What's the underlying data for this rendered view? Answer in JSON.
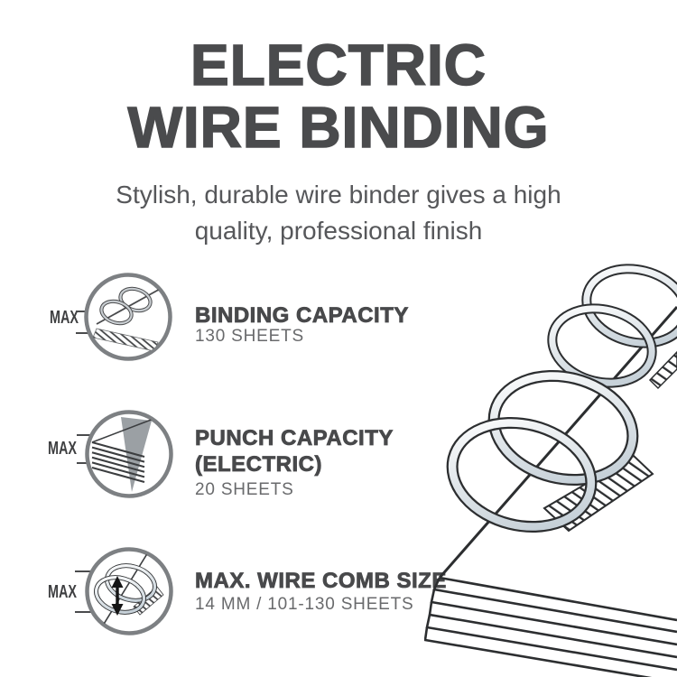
{
  "header": {
    "title_line1": "ELECTRIC",
    "title_line2": "WIRE BINDING",
    "subtitle_line1": "Stylish, durable wire binder gives a high",
    "subtitle_line2": "quality, professional finish"
  },
  "features": [
    {
      "max_label": "MAX",
      "icon": "bound-document-corner-icon",
      "title": "BINDING CAPACITY",
      "value": "130 SHEETS"
    },
    {
      "max_label": "MAX",
      "icon": "punch-through-sheets-icon",
      "title": "PUNCH CAPACITY",
      "title_line2": "(ELECTRIC)",
      "value": "20 SHEETS"
    },
    {
      "max_label": "MAX",
      "icon": "wire-comb-height-icon",
      "title": "MAX. WIRE COMB SIZE",
      "value": "14 MM / 101-130 SHEETS"
    }
  ],
  "illustration": {
    "name": "wire-bound-paper-stack-illustration"
  },
  "colors": {
    "heading": "#4a4b4d",
    "subtitle": "#56575a",
    "value_text": "#696a6c",
    "icon_circle": "#7d8083",
    "outline": "#2c2e30",
    "wire_light": "#c3ced6",
    "punch_gray": "#9ba0a4",
    "background": "#ffffff"
  }
}
